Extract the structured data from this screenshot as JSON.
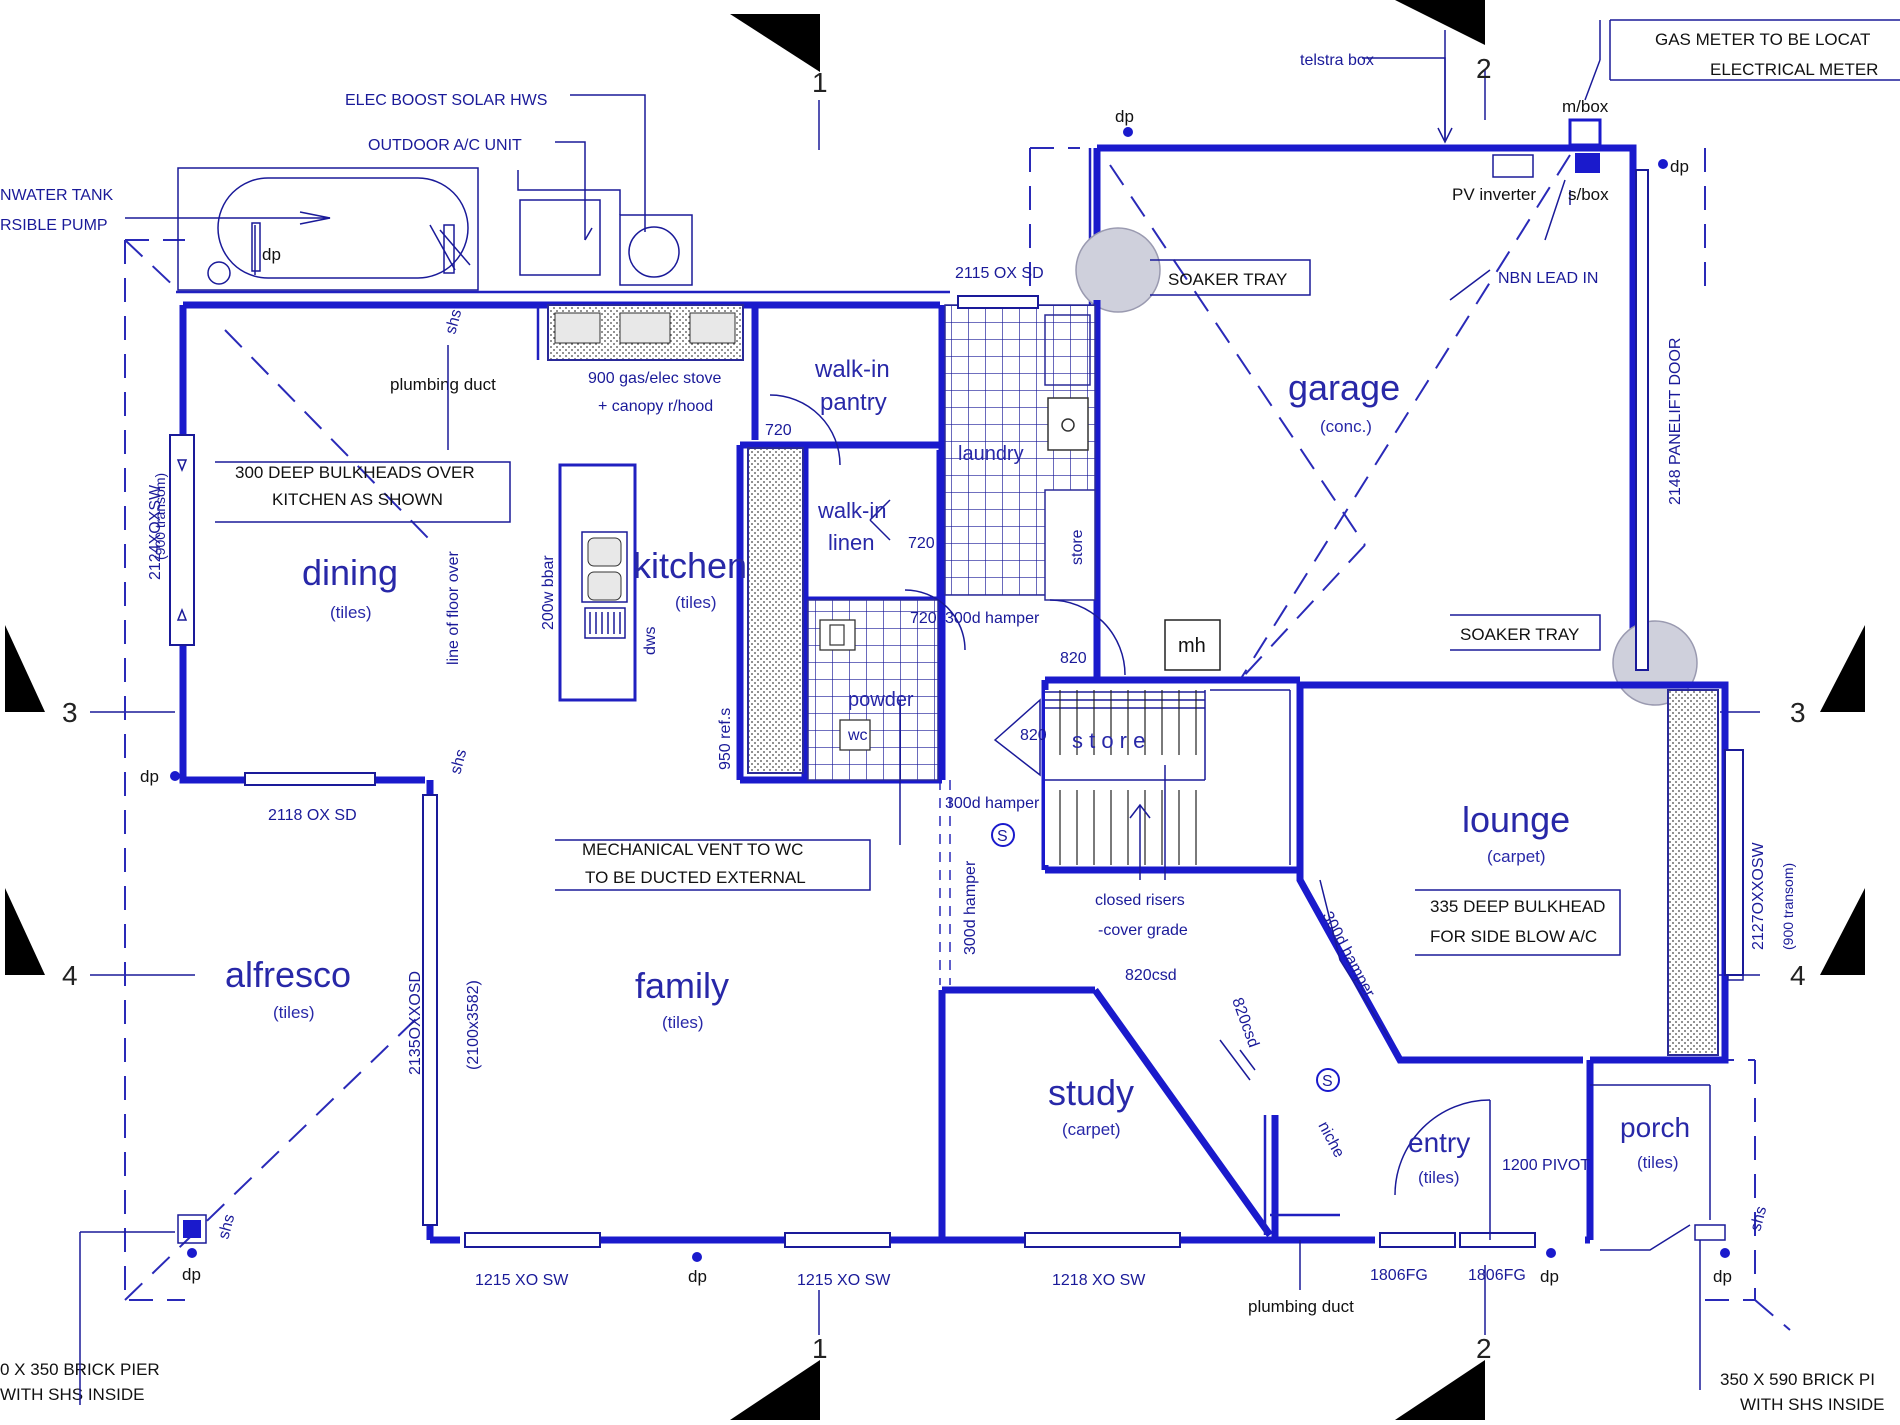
{
  "rooms": {
    "dining": {
      "name": "dining",
      "finish": "(tiles)"
    },
    "kitchen": {
      "name": "kitchen",
      "finish": "(tiles)"
    },
    "family": {
      "name": "family",
      "finish": "(tiles)"
    },
    "alfresco": {
      "name": "alfresco",
      "finish": "(tiles)"
    },
    "garage": {
      "name": "garage",
      "finish": "(conc.)"
    },
    "lounge": {
      "name": "lounge",
      "finish": "(carpet)"
    },
    "study": {
      "name": "study",
      "finish": "(carpet)"
    },
    "entry": {
      "name": "entry",
      "finish": "(tiles)"
    },
    "porch": {
      "name": "porch",
      "finish": "(tiles)"
    },
    "walk_in_pantry": {
      "line1": "walk-in",
      "line2": "pantry"
    },
    "walk_in_linen": {
      "line1": "walk-in",
      "line2": "linen"
    },
    "laundry": "laundry",
    "powder": "powder",
    "store_stair": "store",
    "store_small": "store",
    "wc": "wc",
    "mh": "mh"
  },
  "notes": {
    "gas_meter_1": "GAS METER TO BE LOCAT",
    "gas_meter_2": "ELECTRICAL METER",
    "telstra": "telstra box",
    "elec_boost": "ELEC BOOST SOLAR HWS",
    "outdoor_ac": "OUTDOOR A/C UNIT",
    "rainwater_1": "NWATER TANK",
    "rainwater_2": "RSIBLE PUMP",
    "mbox": "m/box",
    "sbox": "s/box",
    "pv_inverter": "PV inverter",
    "nbn": "NBN LEAD IN",
    "soaker_tray_1": "SOAKER TRAY",
    "soaker_tray_2": "SOAKER TRAY",
    "plumbing_duct_1": "plumbing duct",
    "plumbing_duct_2": "plumbing duct",
    "stove_1": "900 gas/elec stove",
    "stove_2": "+ canopy r/hood",
    "bulkhead_kitchen_1": "300 DEEP BULKHEADS OVER",
    "bulkhead_kitchen_2": "KITCHEN AS SHOWN",
    "bulkhead_lounge_1": "335 DEEP BULKHEAD",
    "bulkhead_lounge_2": "FOR SIDE BLOW A/C",
    "mech_vent_1": "MECHANICAL VENT TO WC",
    "mech_vent_2": "TO BE DUCTED EXTERNAL",
    "closed_risers_1": "closed risers",
    "closed_risers_2": "-cover grade",
    "line_floor_over": "line of floor over",
    "bbar": "200w bbar",
    "dws": "dws",
    "refs": "950 ref.s",
    "hamper_1": "300d hamper",
    "hamper_2": "300d hamper",
    "hamper_3": "300d hamper",
    "hamper_4": "300d hamper",
    "niche": "niche",
    "brick_pier_l1": "0 X 350 BRICK PIER",
    "brick_pier_l2": "WITH SHS INSIDE",
    "brick_pier_r1": "350 X 590 BRICK PI",
    "brick_pier_r2": "WITH SHS INSIDE",
    "dp": "dp",
    "shs": "shs"
  },
  "dims": {
    "d720a": "720",
    "d720b": "720",
    "d720c": "720",
    "d820a": "820",
    "d820b": "820",
    "d820csd": "820csd",
    "d820csd_v": "820csd",
    "ox_sd_top": "2115 OX SD",
    "ox_sd_left": "2118 OX SD",
    "win_left": "2124XOXSW",
    "win_left_t": "(900 transom)",
    "win_right": "2127OXXOSW",
    "win_right_t": "(900 transom)",
    "alf_door": "2135OXXOSD",
    "alf_door2": "(2100x3582)",
    "panelift": "2148 PANELIFT DOOR",
    "w1": "1215 XO SW",
    "w2": "1215 XO SW",
    "w3": "1218 XO SW",
    "fg1": "1806FG",
    "fg2": "1806FG",
    "pivot": "1200 PIVOT"
  },
  "axes": {
    "a1_top": "1",
    "a1_bot": "1",
    "a2_top": "2",
    "a2_bot": "2",
    "a3_left": "3",
    "a3_right": "3",
    "a4_left": "4",
    "a4_right": "4"
  },
  "stair_label": "s t o r e"
}
